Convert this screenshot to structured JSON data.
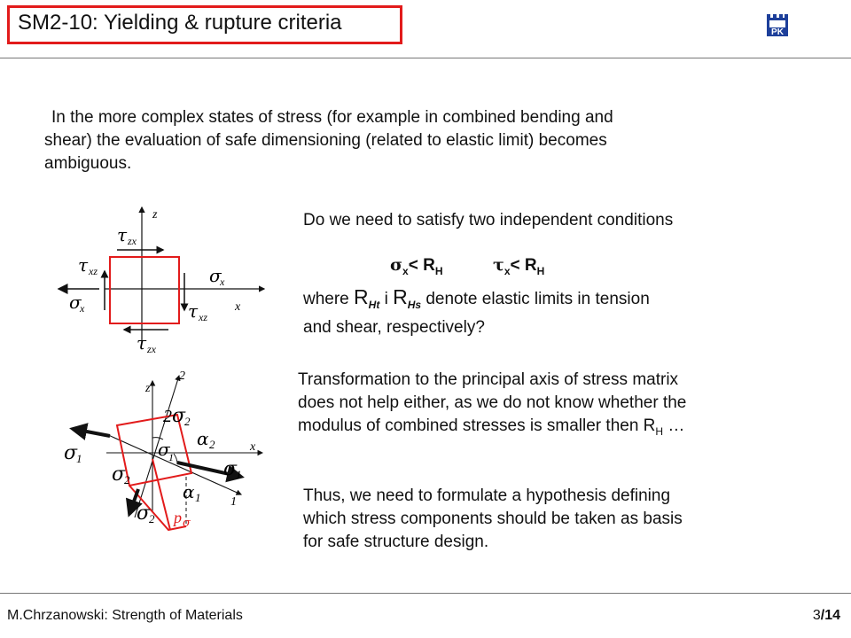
{
  "header": {
    "title": "SM2-10: Yielding & rupture criteria",
    "logo_text": "PK"
  },
  "intro": {
    "line1": "In the more complex states of stress (for example in combined bending and",
    "line2": "shear) the evaluation of safe  dimensioning (related to elastic limit) becomes",
    "line3": "ambiguous."
  },
  "question": "Do we need to satisfy two independent conditions",
  "conditions": {
    "c1_sym": "σ",
    "c1_sub": "x",
    "c1_rel": "< R",
    "c1_rsub": "H",
    "c2_sym": "τ",
    "c2_sub": "x",
    "c2_rel": "< R",
    "c2_rsub": "H"
  },
  "where": {
    "pre": "where ",
    "r1": "R",
    "r1_sub": "Ht",
    "mid": " i ",
    "r2": "R",
    "r2_sub": "Hs",
    "post": " denote elastic limits in tension",
    "line2": "and shear, respectively?"
  },
  "transformation": {
    "line1": "Transformation to the principal axis of stress matrix",
    "line2": "does not help either, as we do not know whether the",
    "line3_pre": "modulus of combined stresses is smaller then R",
    "line3_sub": "H",
    "line3_post": " …"
  },
  "thus": {
    "line1": "Thus, we need to formulate a hypothesis defining",
    "line2": "which stress components should be taken as basis",
    "line3": "for safe structure design."
  },
  "diagram1": {
    "axis_z": "z",
    "axis_x": "x",
    "tau": "τ",
    "sigma": "σ",
    "sub_zx": "zx",
    "sub_xz": "xz",
    "sub_x": "x"
  },
  "diagram2": {
    "axis_z": "z",
    "axis_x": "x",
    "axis_2": "2",
    "axis_1": "1",
    "sigma1": "σ",
    "sub1": "1",
    "sigma2": "σ",
    "sub2": "2",
    "alpha": "α",
    "two": "2",
    "p": "p",
    "colors": {
      "frame": "#e21b1b",
      "ink": "#111111"
    }
  },
  "footer": {
    "left": "M.Chrzanowski: Strength of Materials",
    "page": "3",
    "total": "/14"
  }
}
